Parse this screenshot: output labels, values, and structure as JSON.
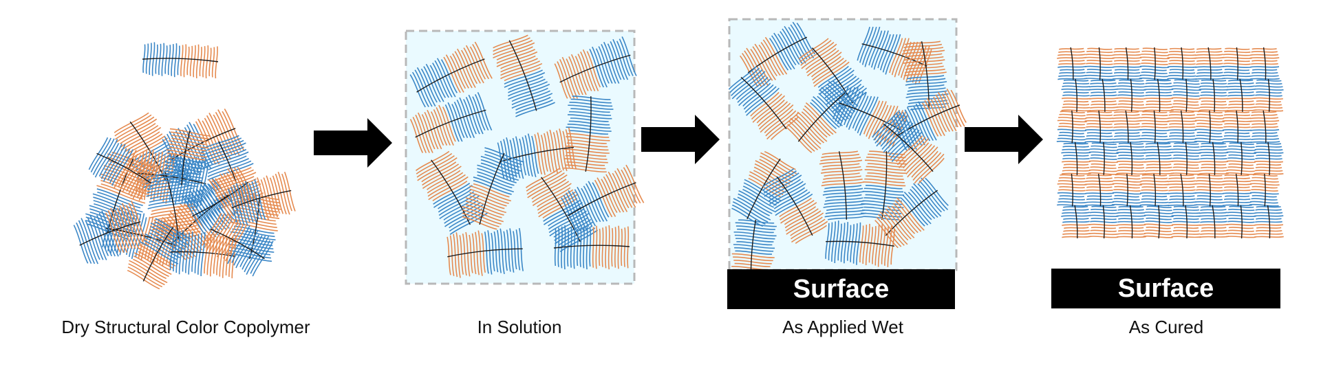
{
  "stages": [
    {
      "caption": "Dry Structural Color Copolymer"
    },
    {
      "caption": "In Solution"
    },
    {
      "caption": "As Applied Wet"
    },
    {
      "caption": "As Cured"
    }
  ],
  "surface_label": "Surface",
  "colors": {
    "block_a": "#e58a4f",
    "block_b": "#3a86c6",
    "backbone": "#1a1a1a",
    "solution_fill": "#eafaff",
    "solution_border": "#b8b8b8",
    "arrow": "#000000",
    "surface": "#000000"
  }
}
